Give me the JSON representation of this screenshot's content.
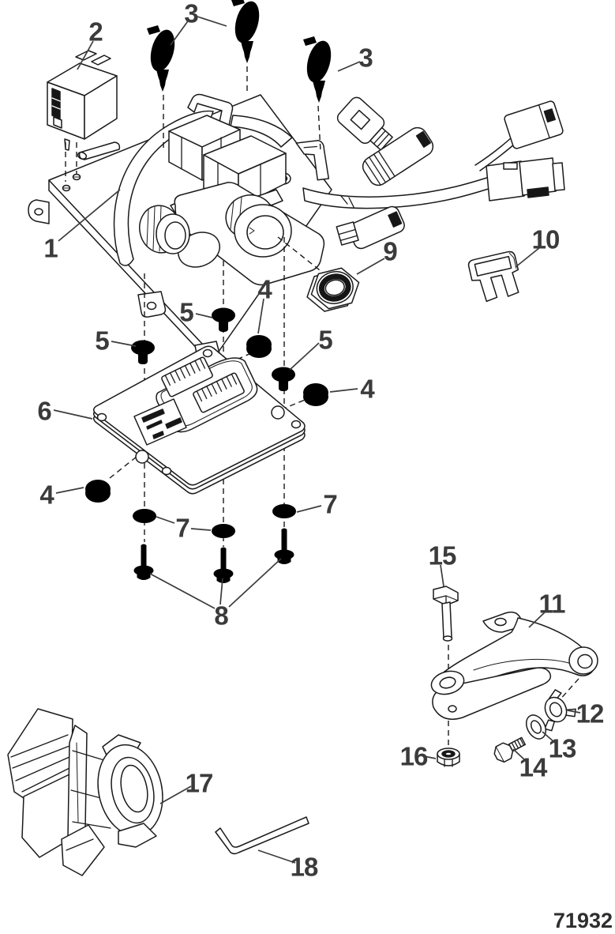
{
  "drawing": {
    "number": "71932",
    "callouts": [
      {
        "label": "2"
      },
      {
        "label": "3"
      },
      {
        "label": "3"
      },
      {
        "label": "1"
      },
      {
        "label": "9"
      },
      {
        "label": "10"
      },
      {
        "label": "4"
      },
      {
        "label": "5"
      },
      {
        "label": "5"
      },
      {
        "label": "5"
      },
      {
        "label": "4"
      },
      {
        "label": "6"
      },
      {
        "label": "4"
      },
      {
        "label": "7"
      },
      {
        "label": "7"
      },
      {
        "label": "8"
      },
      {
        "label": "15"
      },
      {
        "label": "11"
      },
      {
        "label": "12"
      },
      {
        "label": "13"
      },
      {
        "label": "14"
      },
      {
        "label": "16"
      },
      {
        "label": "17"
      },
      {
        "label": "18"
      }
    ]
  }
}
